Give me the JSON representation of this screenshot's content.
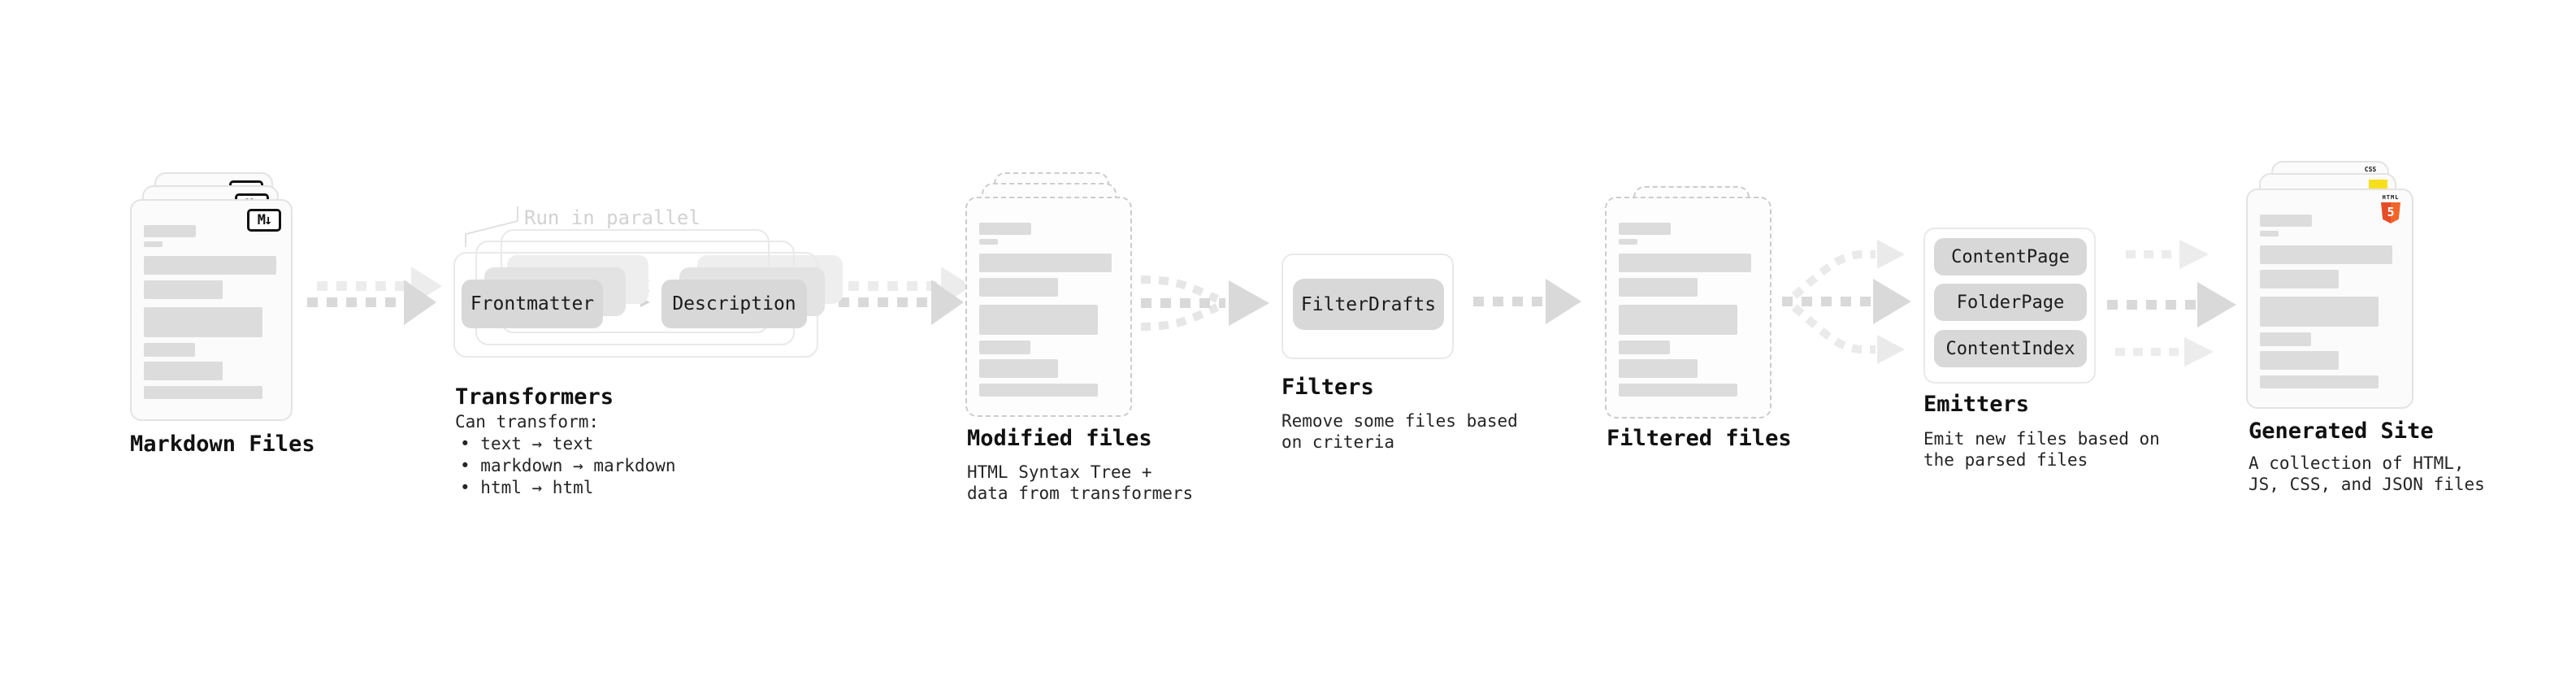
{
  "annotation": {
    "run_in_parallel": "Run in parallel"
  },
  "stages": {
    "markdown_files": {
      "title": "Markdown Files",
      "icon_label": "M↓"
    },
    "transformers": {
      "title": "Transformers",
      "caption_heading": "Can transform:",
      "bullets": [
        "text → text",
        "markdown → markdown",
        "html → html"
      ],
      "buttons": [
        "Frontmatter",
        "Description"
      ]
    },
    "modified_files": {
      "title": "Modified files",
      "caption": "HTML Syntax Tree +\ndata from transformers"
    },
    "filters": {
      "title": "Filters",
      "caption": "Remove some files based\non criteria",
      "buttons": [
        "FilterDrafts"
      ]
    },
    "filtered_files": {
      "title": "Filtered files"
    },
    "emitters": {
      "title": "Emitters",
      "caption": "Emit new files based on\nthe parsed files",
      "buttons": [
        "ContentPage",
        "FolderPage",
        "ContentIndex"
      ]
    },
    "generated_site": {
      "title": "Generated Site",
      "caption": "A collection of HTML,\nJS, CSS, and JSON files",
      "icons": {
        "html5_label": "HTML",
        "html5_number": "5",
        "css_label": "CSS"
      }
    }
  },
  "colors": {
    "arrow_dark": "#d9d9d9",
    "arrow_light": "#ececec",
    "arrow_curve": "#e6e6e6",
    "card_border": "#e3e3e3",
    "placeholder_bar": "#dcdcdc",
    "node_button_bg": "#d8d8d8",
    "html5_orange": "#e44d26",
    "js_yellow": "#f7df1e",
    "css_blue": "#2965f1"
  }
}
